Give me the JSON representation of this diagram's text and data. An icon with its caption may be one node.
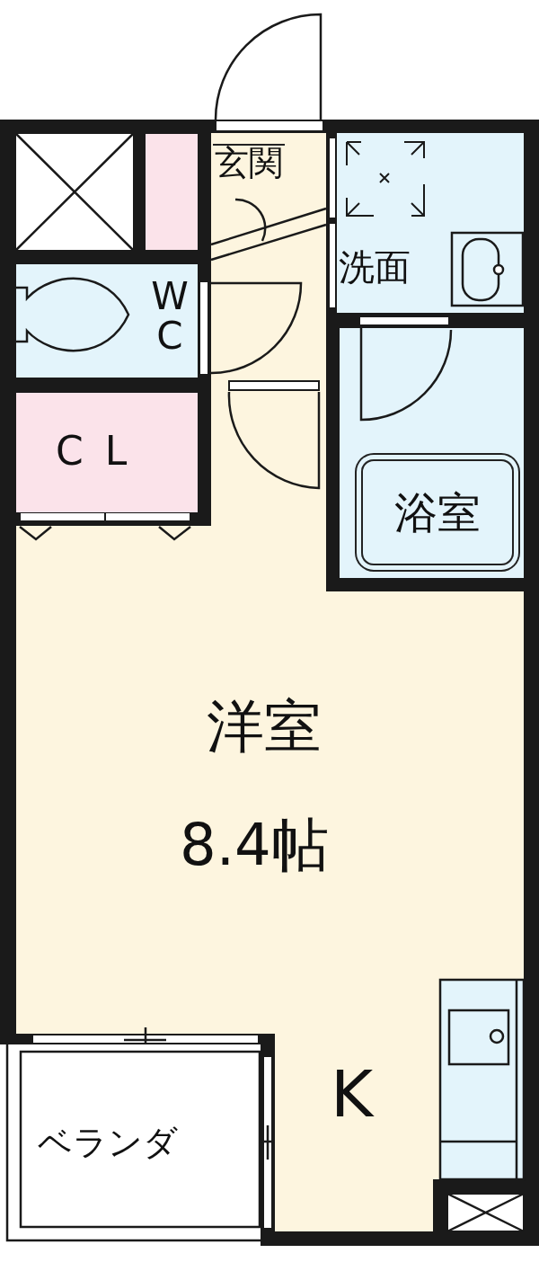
{
  "diagram": {
    "nodes": [
      {
        "text": [
          "玄関"
        ]
      },
      {
        "text": [
          "洗面"
        ]
      },
      {
        "text": [
          "W C"
        ]
      },
      {
        "text": [
          "C L"
        ]
      },
      {
        "text": [
          "浴室"
        ]
      },
      {
        "text": [
          "洋室",
          "8.4帖"
        ]
      },
      {
        "text": [
          "K"
        ]
      },
      {
        "text": [
          "ベランダ"
        ]
      },
      {
        "text": [],
        "shape": "box"
      }
    ]
  }
}
